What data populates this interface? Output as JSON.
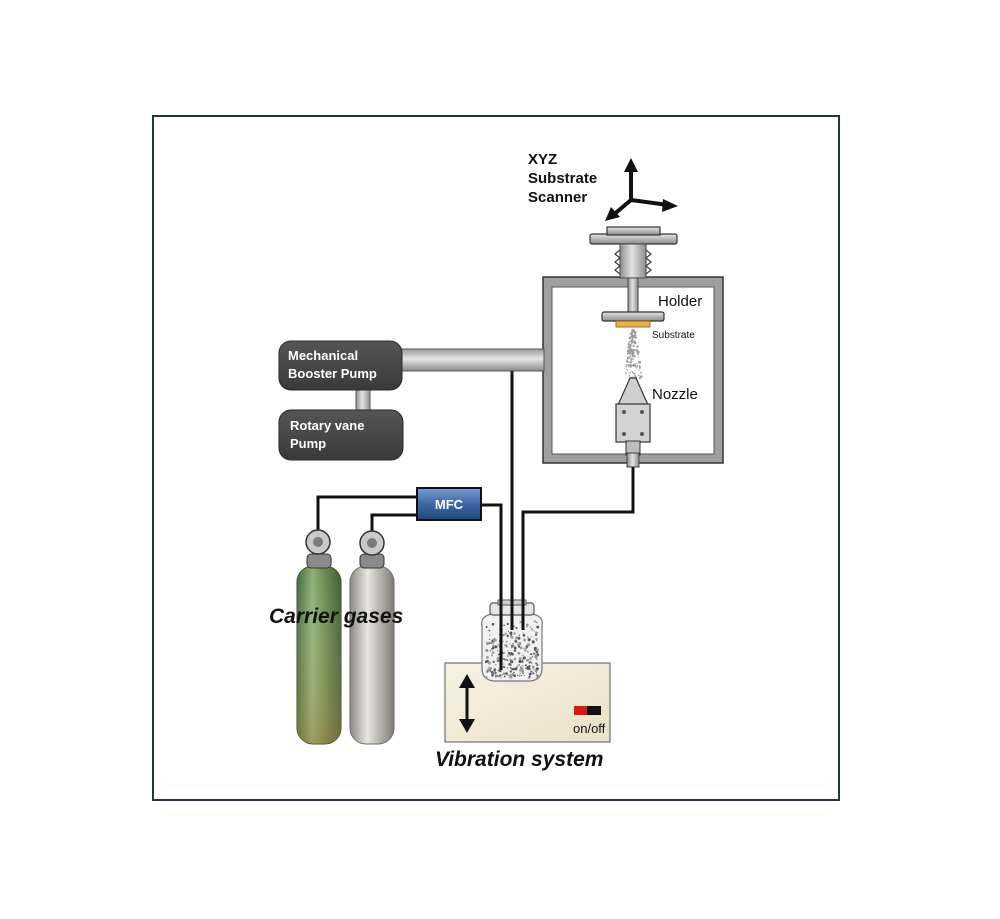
{
  "scanner": {
    "line1": "XYZ",
    "line2": "Substrate",
    "line3": "Scanner"
  },
  "chamber": {
    "holder_label": "Holder",
    "substrate_label": "Substrate",
    "nozzle_label": "Nozzle"
  },
  "pumps": {
    "booster_line1": "Mechanical",
    "booster_line2": "Booster Pump",
    "rotary_line1": "Rotary vane",
    "rotary_line2": "Pump"
  },
  "mfc_label": "MFC",
  "carrier_gases_label": "Carrier gases",
  "vibration": {
    "title": "Vibration system",
    "switch_label": "on/off"
  },
  "colors": {
    "frame": "#1f3550",
    "pump_body": "#4a4a4a",
    "pipe": "#a8a8a8",
    "cylinder_green": "#5e8a52",
    "cylinder_silver": "#b9b6b0",
    "mfc": "#3f6fae",
    "switch_red": "#d81818",
    "substrate": "#e8b24c"
  }
}
